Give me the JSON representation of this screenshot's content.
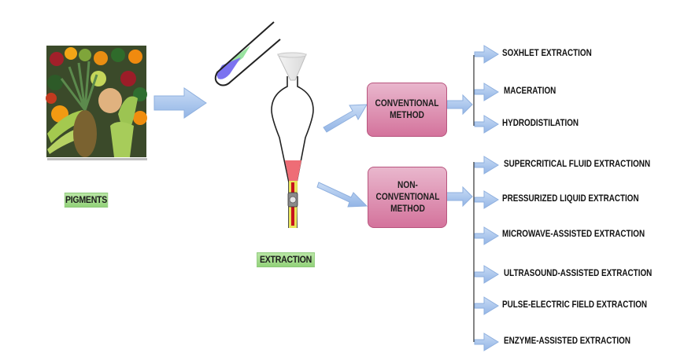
{
  "diagram": {
    "source": {
      "image_alt": "Assorted fruits including pineapple, bananas, oranges, apples and melon",
      "label": "PIGMENTS"
    },
    "process": {
      "label": "EXTRACTION",
      "apparatus": [
        "test-tube",
        "separatory-funnel"
      ]
    },
    "methods": [
      {
        "label": "CONVENTIONAL\nMETHOD",
        "techniques": [
          "SOXHLET  EXTRACTION",
          "MACERATION",
          "HYDRODISTILATION"
        ]
      },
      {
        "label": "NON-\nCONVENTIONAL\nMETHOD",
        "techniques": [
          "SUPERCRITICAL FLUID EXTRACTIONN",
          "PRESSURIZED LIQUID EXTRACTION",
          "MICROWAVE-ASSISTED EXTRACTION",
          "ULTRASOUND-ASSISTED EXTRACTION",
          "PULSE-ELECTRIC FIELD EXTRACTION",
          "ENZYME-ASSISTED EXTRACTION"
        ]
      }
    ],
    "colors": {
      "arrow_fill": "#a9c6ec",
      "arrow_stroke": "#7fa3d6",
      "method_box": "#d9809f",
      "label_green": "#a6dc8f",
      "liquid_red": "#ee6d76",
      "test_tube_blue": "#7b72f0",
      "test_tube_green": "#99e3a0"
    }
  }
}
